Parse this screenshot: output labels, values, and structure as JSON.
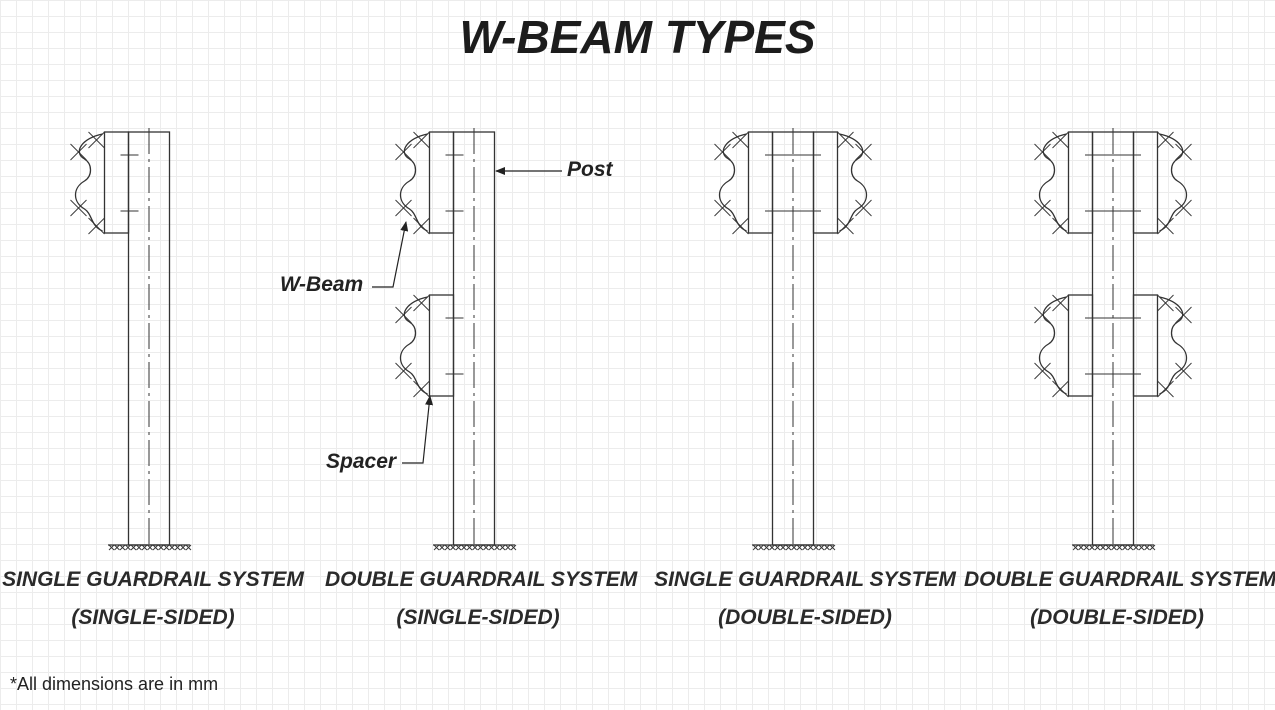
{
  "title": "W-BEAM TYPES",
  "systems": [
    {
      "line1": "SINGLE GUARDRAIL SYSTEM",
      "line2": "(SINGLE-SIDED)"
    },
    {
      "line1": "DOUBLE GUARDRAIL SYSTEM",
      "line2": "(SINGLE-SIDED)"
    },
    {
      "line1": "SINGLE GUARDRAIL SYSTEM",
      "line2": "(DOUBLE-SIDED)"
    },
    {
      "line1": "DOUBLE GUARDRAIL SYSTEM",
      "line2": "(DOUBLE-SIDED)"
    }
  ],
  "callouts": {
    "post": "Post",
    "wbeam": "W-Beam",
    "spacer": "Spacer"
  },
  "note": "*All dimensions are in mm"
}
